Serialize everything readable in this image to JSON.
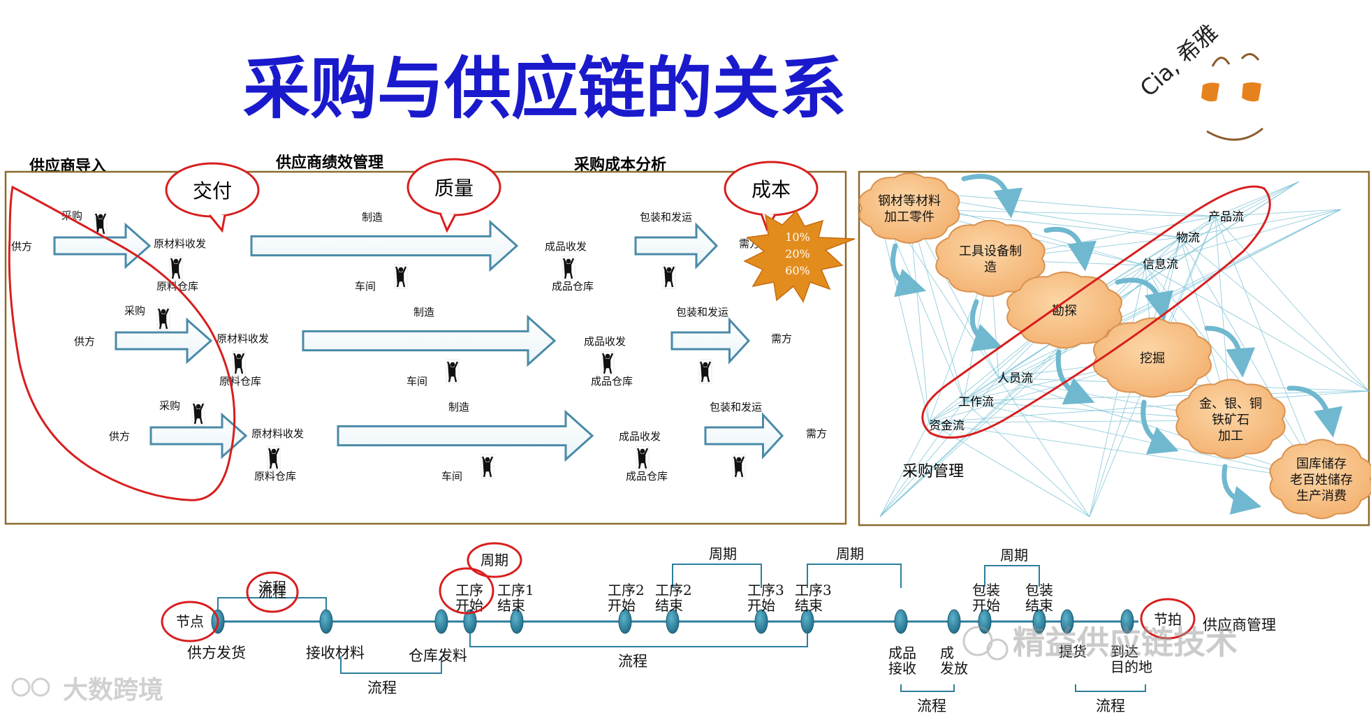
{
  "title": "采购与供应链的关系",
  "signature": "Cia, 希雅",
  "top_labels": {
    "intro": "供应商导入",
    "perf": "供应商绩效管理",
    "cost_analysis": "采购成本分析"
  },
  "bubbles": {
    "delivery": "交付",
    "quality": "质量",
    "cost": "成本"
  },
  "star": {
    "line1": "10%",
    "line2": "20%",
    "line3": "60%"
  },
  "rows": [
    {
      "supplier": "供方",
      "purchase": "采购",
      "receive": "原材料收发",
      "warehouse": "原料仓库",
      "make": "制造",
      "workshop": "车间",
      "fg_receive": "成品收发",
      "fg_warehouse": "成品仓库",
      "pack": "包装和发运",
      "demand": "需方"
    },
    {
      "supplier": "供方",
      "purchase": "采购",
      "receive": "原材料收发",
      "warehouse": "原料仓库",
      "make": "制造",
      "workshop": "车间",
      "fg_receive": "成品收发",
      "fg_warehouse": "成品仓库",
      "pack": "包装和发运",
      "demand": "需方"
    },
    {
      "supplier": "供方",
      "purchase": "采购",
      "receive": "原材料收发",
      "warehouse": "原料仓库",
      "make": "制造",
      "workshop": "车间",
      "fg_receive": "成品收发",
      "fg_warehouse": "成品仓库",
      "pack": "包装和发运",
      "demand": "需方"
    }
  ],
  "clouds": [
    {
      "line1": "钢材等材料",
      "line2": "加工零件",
      "line3": ""
    },
    {
      "line1": "工具设备制",
      "line2": "造",
      "line3": ""
    },
    {
      "line1": "勘探",
      "line2": "",
      "line3": ""
    },
    {
      "line1": "挖掘",
      "line2": "",
      "line3": ""
    },
    {
      "line1": "金、银、铜",
      "line2": "铁矿石",
      "line3": "加工"
    },
    {
      "line1": "国库储存",
      "line2": "老百姓储存",
      "line3": "生产消费"
    }
  ],
  "flows": {
    "product": "产品流",
    "material": "物流",
    "info": "信息流",
    "people": "人员流",
    "work": "工作流",
    "capital": "资金流"
  },
  "procurement_mgmt": "采购管理",
  "timeline": {
    "node": "节点",
    "process": "流程",
    "cycle": "周期",
    "takt": "节拍",
    "supplier_mgmt": "供应商管理",
    "ship": "供方发货",
    "receive": "接收材料",
    "issue": "仓库发料",
    "p1s_1": "工序",
    "p1s_2": "开始",
    "p1e_1": "工序1",
    "p1e_2": "结束",
    "p2s_1": "工序2",
    "p2s_2": "开始",
    "p2e_1": "工序2",
    "p2e_2": "结束",
    "p3s_1": "工序3",
    "p3s_2": "开始",
    "p3e_1": "工序3",
    "p3e_2": "结束",
    "fg_1": "成品",
    "fg_2": "接收",
    "fs_1": "成",
    "fs_2": "发放",
    "pk_s1": "包装",
    "pk_s2": "开始",
    "pk_e1": "包装",
    "pk_e2": "结束",
    "pickup": "提货",
    "arrive_1": "到达",
    "arrive_2": "目的地"
  },
  "watermarks": {
    "left": "大数跨境",
    "right": "精益供应链技术"
  },
  "colors": {
    "title": "#1a1acc",
    "red": "#d81e1e",
    "arrow": "#4a8aa8",
    "cloud": "#f6bb7f",
    "star": "#e38c1e",
    "frame": "#8b6a2b",
    "node": "#2c7e9b",
    "web": "#7fc4d6"
  }
}
